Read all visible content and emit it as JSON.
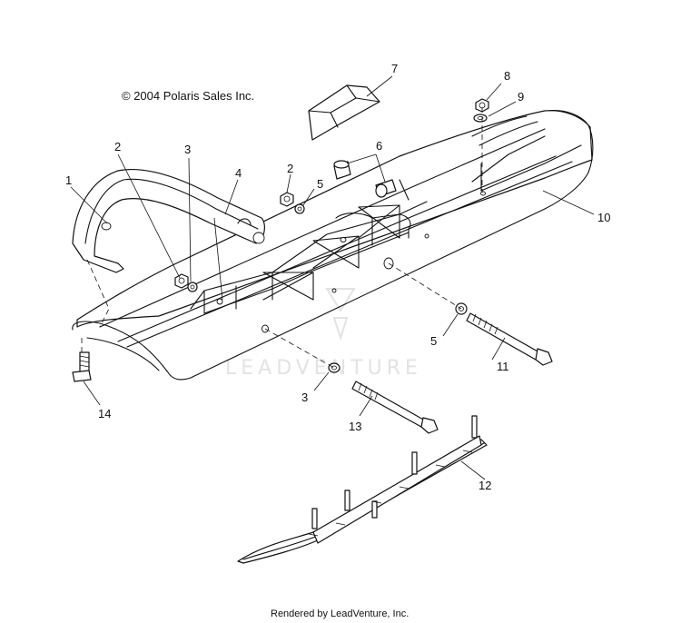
{
  "copyright": "© 2004 Polaris Sales Inc.",
  "watermark": "LEADVENTURE",
  "footer": "Rendered by LeadVenture, Inc.",
  "callouts": {
    "c1": "1",
    "c2a": "2",
    "c2b": "2",
    "c3a": "3",
    "c3b": "3",
    "c4": "4",
    "c5a": "5",
    "c5b": "5",
    "c6": "6",
    "c7": "7",
    "c8": "8",
    "c9": "9",
    "c10": "10",
    "c11": "11",
    "c12": "12",
    "c13": "13",
    "c14": "14"
  }
}
